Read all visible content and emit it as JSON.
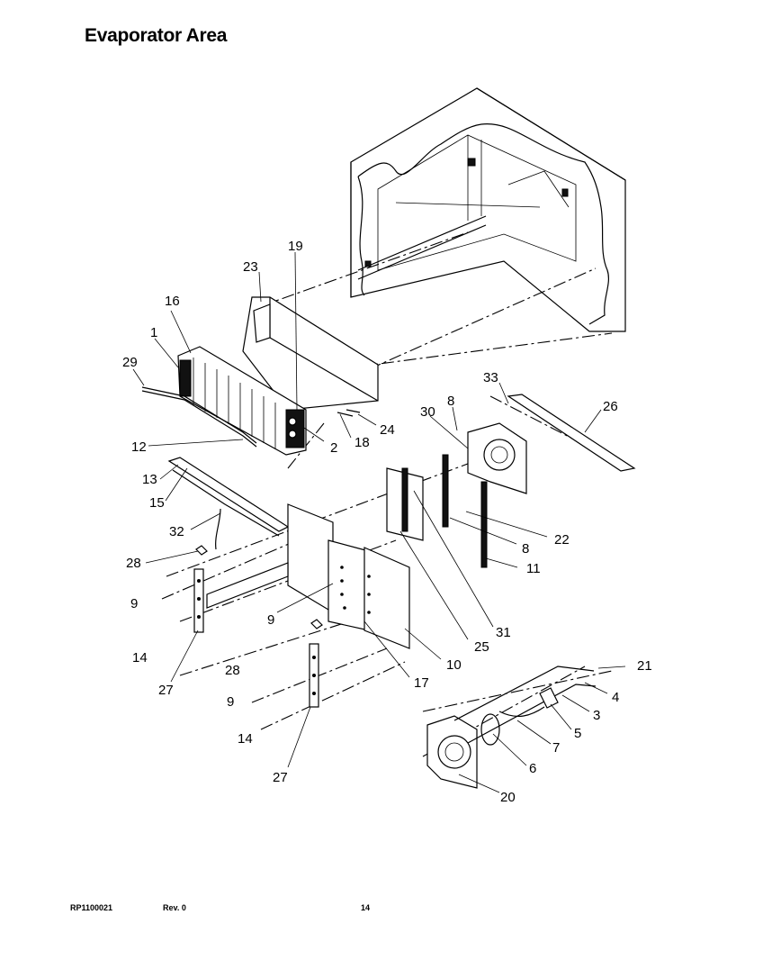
{
  "header": {
    "title": "Evaporator Area"
  },
  "footer": {
    "doc_number": "RP1100021",
    "revision": "Rev. 0",
    "page": "14"
  },
  "callouts": {
    "c1": "1",
    "c2": "2",
    "c3": "3",
    "c4": "4",
    "c5": "5",
    "c6": "6",
    "c7": "7",
    "c8a": "8",
    "c8b": "8",
    "c9a": "9",
    "c9b": "9",
    "c9c": "9",
    "c10": "10",
    "c11": "11",
    "c12": "12",
    "c13": "13",
    "c14a": "14",
    "c14b": "14",
    "c15": "15",
    "c16": "16",
    "c17": "17",
    "c18": "18",
    "c19": "19",
    "c20": "20",
    "c21": "21",
    "c22": "22",
    "c23": "23",
    "c24": "24",
    "c25": "25",
    "c26": "26",
    "c27a": "27",
    "c27b": "27",
    "c28a": "28",
    "c28b": "28",
    "c29": "29",
    "c30": "30",
    "c31": "31",
    "c32": "32",
    "c33": "33"
  }
}
